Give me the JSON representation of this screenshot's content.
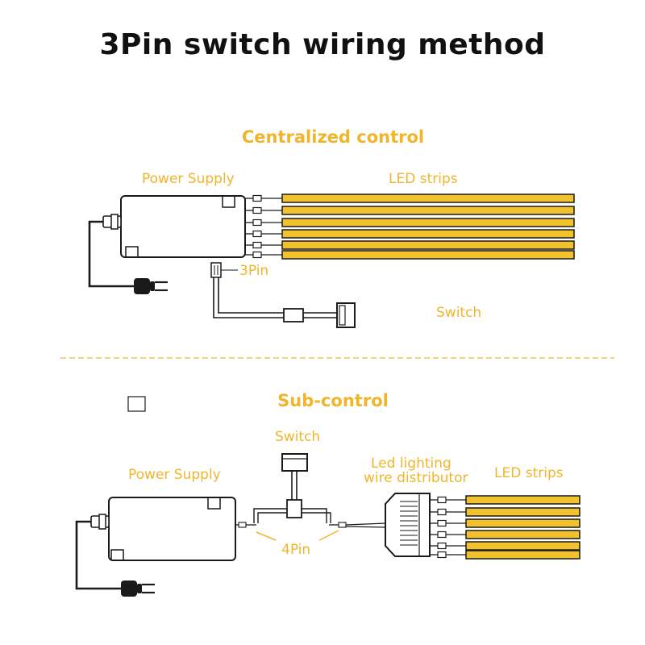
{
  "title": "3Pin switch wiring method",
  "colors": {
    "accent": "#F0B52A",
    "strip": "#F2C12E",
    "line": "#1a1a1a",
    "dashed": "#F0B52A"
  },
  "centralized": {
    "heading": "Centralized control",
    "power_supply_label": "Power Supply",
    "led_strips_label": "LED strips",
    "connector_label": "3Pin",
    "switch_label": "Switch",
    "strip_count": 6
  },
  "sub": {
    "heading": "Sub-control",
    "switch_label": "Switch",
    "power_supply_label": "Power Supply",
    "distributor_label_line1": "Led lighting",
    "distributor_label_line2": "wire distributor",
    "led_strips_label": "LED strips",
    "connector_label": "4Pin",
    "strip_count": 6
  }
}
